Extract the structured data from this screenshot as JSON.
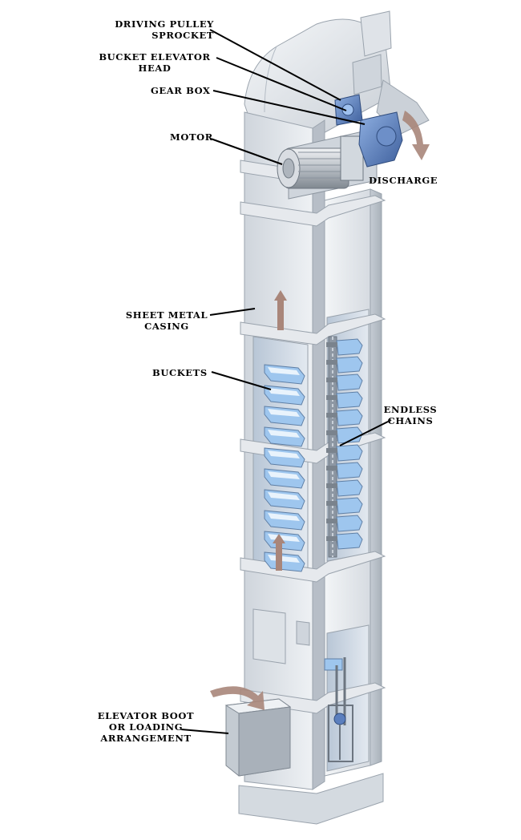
{
  "labels": {
    "driving_pulley": {
      "line1": "DRIVING PULLEY",
      "line2": "SPROCKET"
    },
    "head": {
      "line1": "BUCKET ELEVATOR",
      "line2": "HEAD"
    },
    "gear_box": "GEAR BOX",
    "motor": "MOTOR",
    "discharge": "DISCHARGE",
    "casing": {
      "line1": "SHEET METAL",
      "line2": "CASING"
    },
    "buckets": "BUCKETS",
    "chains": {
      "line1": "ENDLESS",
      "line2": "CHAINS"
    },
    "boot": {
      "line1": "ELEVATOR BOOT",
      "line2": "OR LOADING",
      "line3": "ARRANGEMENT"
    }
  },
  "colors": {
    "casing_light": "#eef1f4",
    "casing_mid": "#d9dee4",
    "casing_dark": "#b9c0c8",
    "interior": "#cdd7e2",
    "bucket": "#9ec6ee",
    "motor_blue": "#5b7fbe",
    "arrow": "#a9867a"
  }
}
